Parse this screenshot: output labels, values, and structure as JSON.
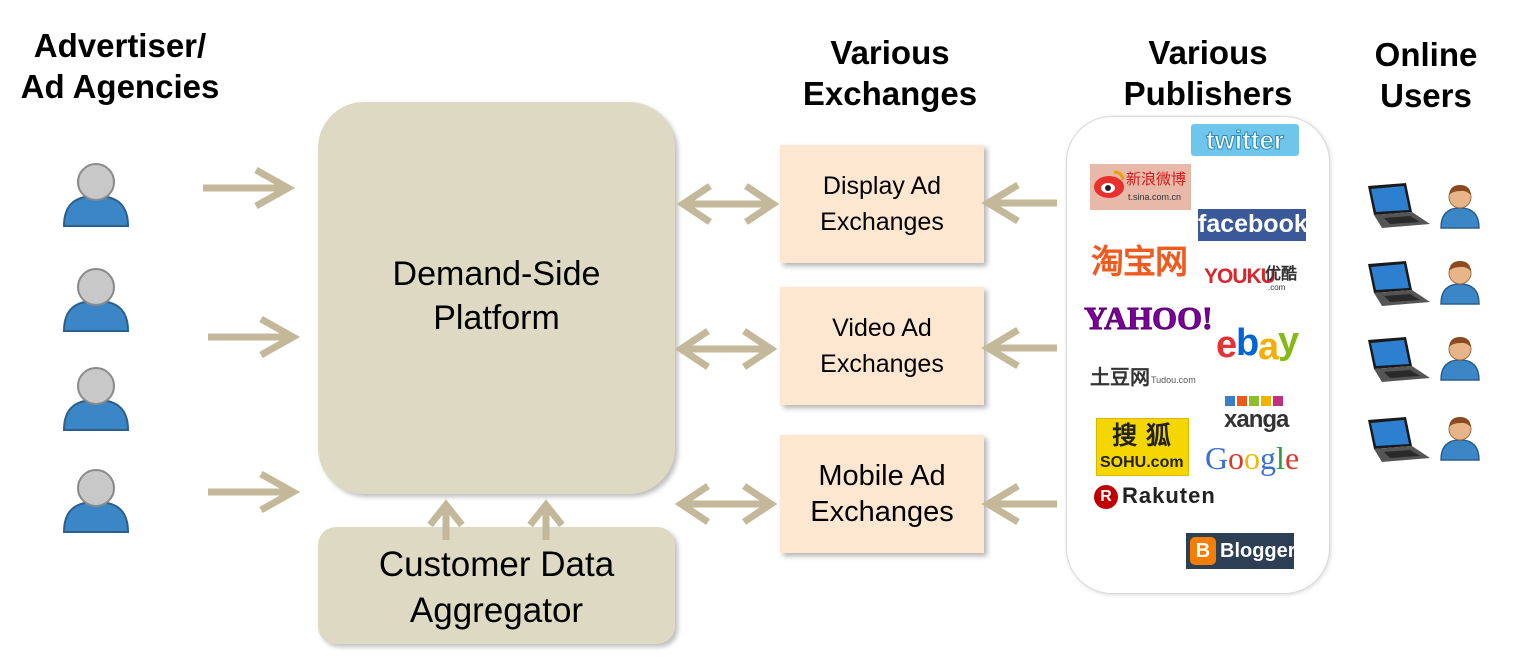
{
  "headings": {
    "advertisers": "Advertiser/\nAd Agencies",
    "exchanges": "Various\nExchanges",
    "publishers": "Various\nPublishers",
    "users": "Online\nUsers"
  },
  "dsp": {
    "label": "Demand-Side\nPlatform"
  },
  "aggregator": {
    "label": "Customer Data\nAggregator"
  },
  "exchanges": [
    {
      "label": "Display Ad\nExchanges"
    },
    {
      "label": "Video Ad\nExchanges"
    },
    {
      "label": "Mobile Ad\nExchanges"
    }
  ],
  "publishers": {
    "twitter": "twitter",
    "sina": "新浪微博",
    "sina_sub": "t.sina.com.cn",
    "facebook": "facebook",
    "taobao": "淘宝网",
    "youku": "YOUKU",
    "youku_cn": "优酷",
    "youku_com": ".com",
    "yahoo": "YAHOO!",
    "ebay_e": "e",
    "ebay_b": "b",
    "ebay_a": "a",
    "ebay_y": "y",
    "tudou": "土豆网",
    "tudou_sub": "Tudou.com",
    "xanga": "xanga",
    "sohu_cn": "搜 狐",
    "sohu": "SOHU.com",
    "google_G": "G",
    "google_o1": "o",
    "google_o2": "o",
    "google_g": "g",
    "google_l": "l",
    "google_e": "e",
    "rakuten_r": "R",
    "rakuten": "Rakuten",
    "blogger_b": "B",
    "blogger": "Blogger"
  },
  "colors": {
    "box_fill": "#ddd9c3",
    "exchange_fill": "#fde7d1",
    "arrow": "#c4b89a",
    "person_blue": "#3a86c6",
    "person_gray": "#c8c8c8",
    "person_skin": "#e8b58a",
    "person_hair": "#8b4a1f"
  },
  "icons": {
    "advertiser": "person-icon",
    "user": "person-icon",
    "laptop": "laptop-icon"
  }
}
